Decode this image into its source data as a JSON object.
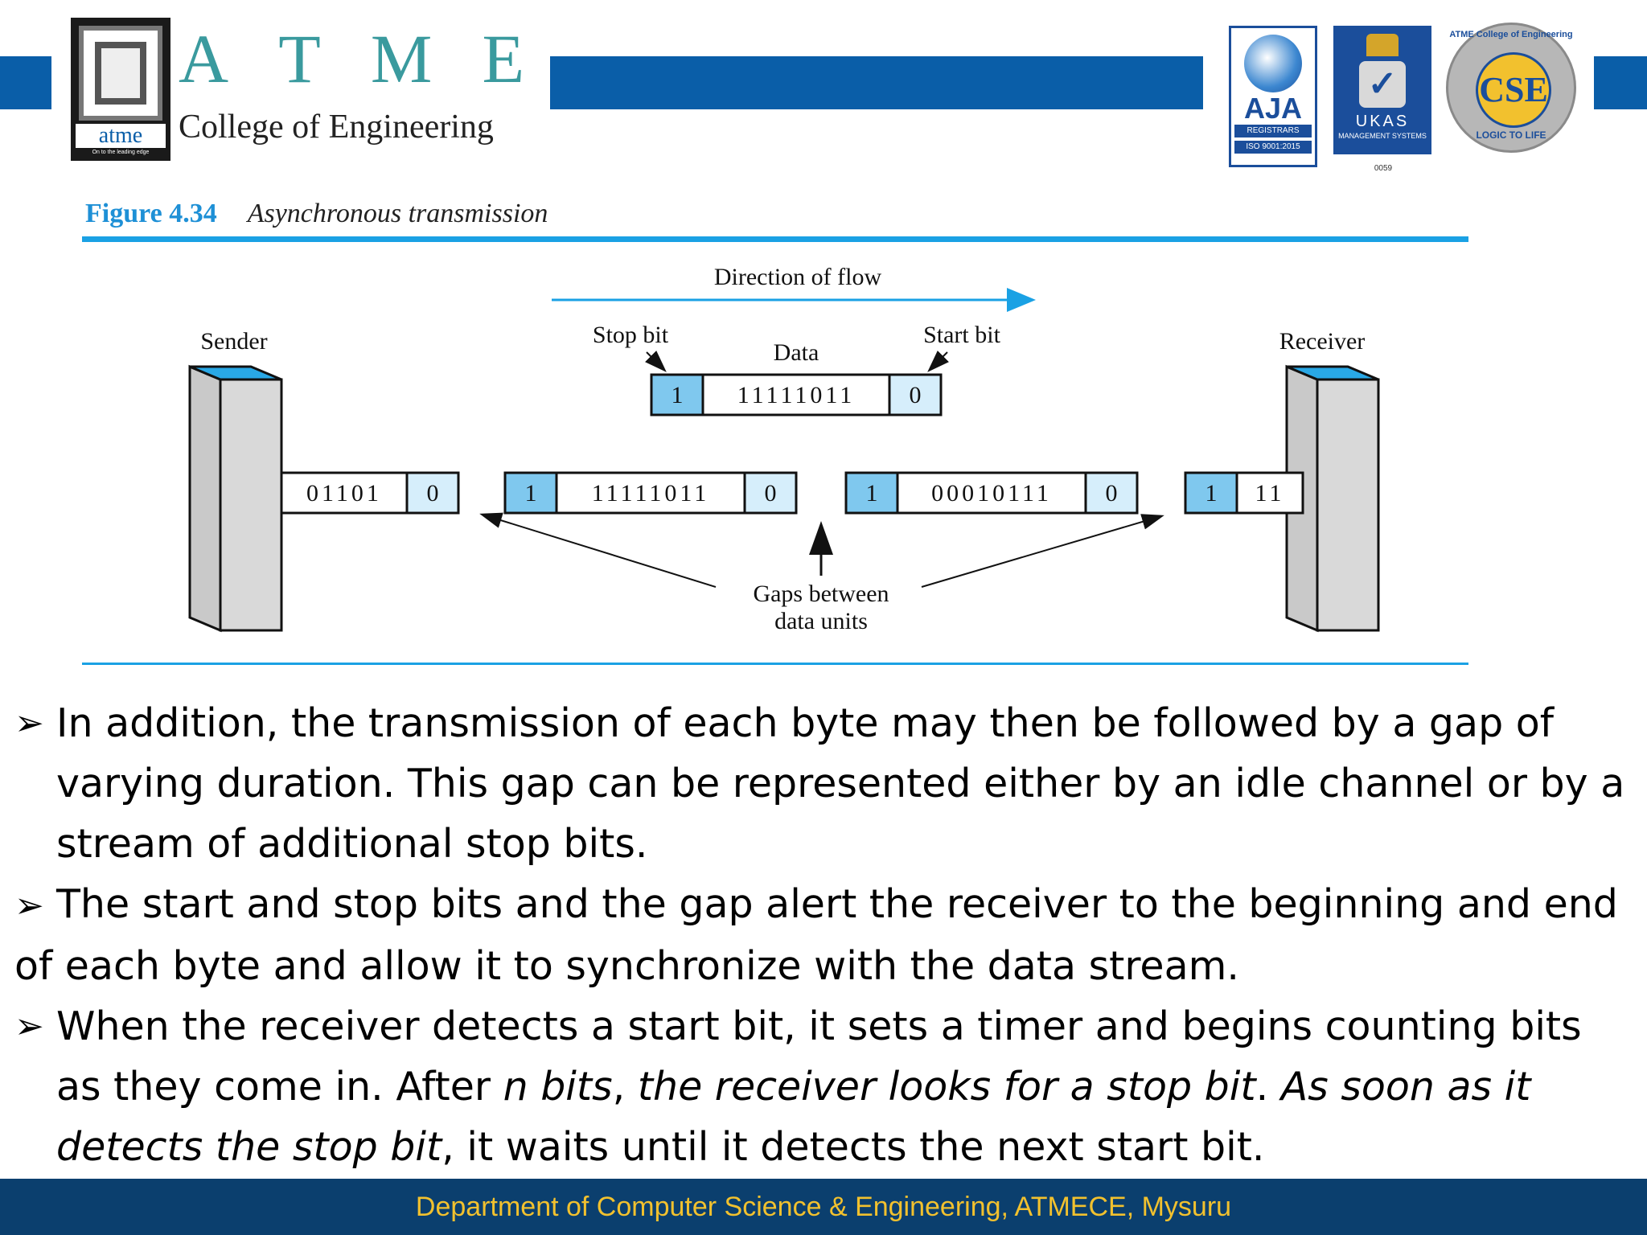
{
  "header": {
    "logo_name": "atme",
    "logo_tagline": "On to the leading edge",
    "brand_letters": [
      "A",
      "T",
      "M",
      "E"
    ],
    "brand_subtitle": "College of Engineering",
    "cert_aja": {
      "title": "AJA",
      "registrars": "REGISTRARS",
      "iso": "ISO 9001:2015"
    },
    "cert_ukas": {
      "title": "UKAS",
      "sub": "MANAGEMENT SYSTEMS",
      "number": "0059"
    },
    "cert_cse": {
      "title": "CSE",
      "ring_top": "ATME College of Engineering",
      "ring_bottom": "LOGIC TO LIFE"
    }
  },
  "figure": {
    "number": "Figure 4.34",
    "caption": "Asynchronous transmission",
    "direction_label": "Direction of flow",
    "sender_label": "Sender",
    "receiver_label": "Receiver",
    "stop_bit_label": "Stop bit",
    "start_bit_label": "Start bit",
    "data_label": "Data",
    "example_frame": {
      "stop": "1",
      "data": "11111011",
      "start": "0"
    },
    "sender_frame": {
      "data": "01101",
      "start": "0"
    },
    "frame_1": {
      "stop": "1",
      "data": "11111011",
      "start": "0"
    },
    "frame_2": {
      "stop": "1",
      "data": "00010111",
      "start": "0"
    },
    "receiver_frame": {
      "stop": "1",
      "data": "11"
    },
    "gap_label_line1": "Gaps between",
    "gap_label_line2": "data units"
  },
  "body": {
    "bullet1": "In addition, the transmission of each byte may then be followed by a gap of varying duration. This gap can be represented either by an idle channel or by a stream of additional stop bits.",
    "bullet2": "The start and stop bits and the gap alert the receiver to the beginning and end of each byte and allow it to synchronize with the data stream.",
    "bullet3_a": "When the receiver detects a start bit, it sets a timer and begins counting bits as they come in. After ",
    "bullet3_b": "n bits",
    "bullet3_c": ", ",
    "bullet3_d": "the receiver looks for a stop bit",
    "bullet3_e": ". ",
    "bullet3_f": "As soon as it detects the stop bit",
    "bullet3_g": ", it waits until it detects the next start bit.",
    "bullet_marker": "➢"
  },
  "footer": {
    "text": "Department of Computer Science & Engineering, ATMECE, Mysuru"
  },
  "colors": {
    "header_bar": "#0a5ea8",
    "figure_accent": "#1aa1e4",
    "bit_fill": "#7fc8ee",
    "footer_bg": "#0b3f6e",
    "footer_text": "#f2c12e"
  }
}
